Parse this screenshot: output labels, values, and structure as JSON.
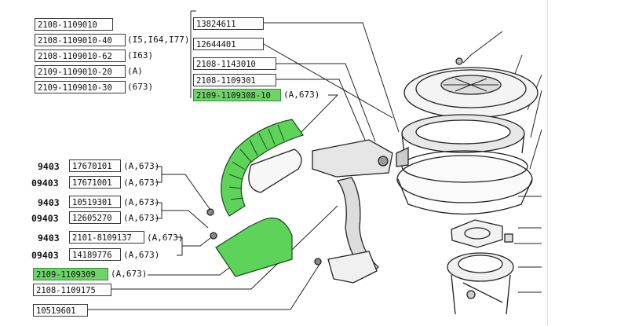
{
  "colors": {
    "highlight": "#6ed46a",
    "line": "#222222",
    "paper": "#ffffff"
  },
  "groups": [
    {
      "prefix": "9403",
      "part": "17670101",
      "note": "(A,673)"
    },
    {
      "prefix": "09403",
      "part": "17671001",
      "note": "(A,673)"
    },
    {
      "prefix": "9403",
      "part": "10519301",
      "note": "(A,673)"
    },
    {
      "prefix": "09403",
      "part": "12605270",
      "note": "(A,673)"
    },
    {
      "prefix": "9403",
      "part": "2101-8109137",
      "note": "(A,673)"
    },
    {
      "prefix": "09403",
      "part": "14189776",
      "note": "(A,673)"
    }
  ],
  "left_list": [
    {
      "part": "2108-1109010",
      "note": ""
    },
    {
      "part": "2108-1109010-40",
      "note": "(I5,I64,I77)"
    },
    {
      "part": "2108-1109010-62",
      "note": "(I63)"
    },
    {
      "part": "2109-1109010-20",
      "note": "(A)"
    },
    {
      "part": "2109-1109010-30",
      "note": "(673)"
    }
  ],
  "top_list": [
    {
      "part": "13824611",
      "note": ""
    },
    {
      "part": "12644401",
      "note": ""
    },
    {
      "part": "2108-1143010",
      "note": ""
    },
    {
      "part": "2108-1109301",
      "note": ""
    },
    {
      "part": "2109-1109308-10",
      "note": "(A,673)"
    }
  ],
  "bottom_list": [
    {
      "part": "2109-1109309",
      "note": "(A,673)"
    },
    {
      "part": "2108-1109175",
      "note": ""
    },
    {
      "part": "10519601",
      "note": ""
    }
  ]
}
